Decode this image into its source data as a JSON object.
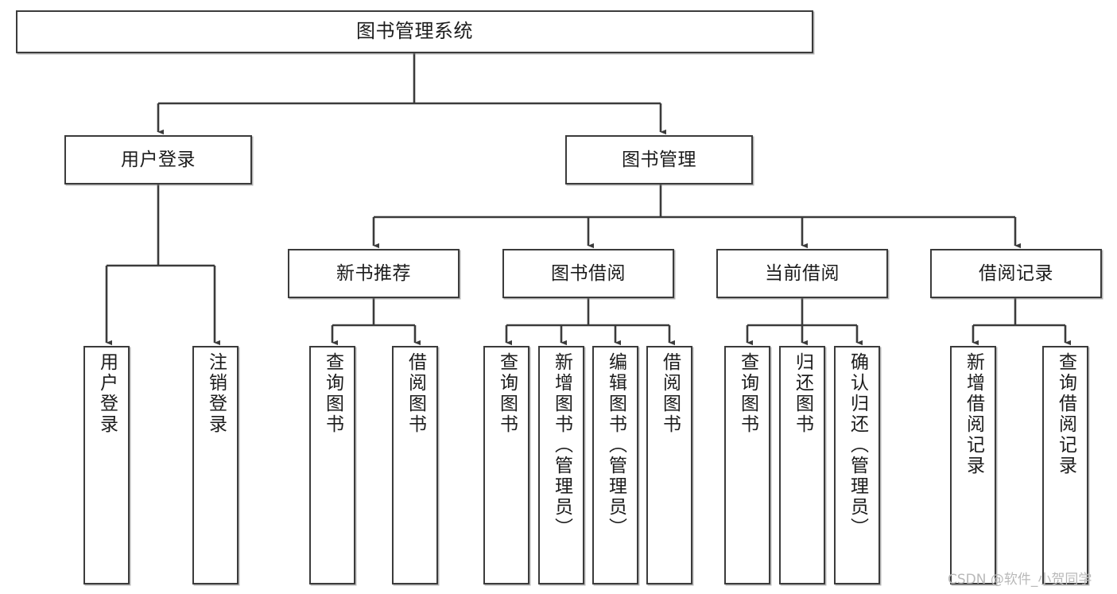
{
  "diagram": {
    "title": "图书管理系统",
    "watermark": "CSDN @软件_小贺同学",
    "edge_color": "#3b3b3b",
    "box_border_color": "#3b3b3b",
    "box_fill_color": "#ffffff",
    "text_color": "#1c1c1c",
    "levels": {
      "root": {
        "label": "图书管理系统"
      },
      "level2": [
        {
          "label": "用户登录"
        },
        {
          "label": "图书管理"
        }
      ],
      "level3": [
        {
          "label": "新书推荐"
        },
        {
          "label": "图书借阅"
        },
        {
          "label": "当前借阅"
        },
        {
          "label": "借阅记录"
        }
      ],
      "leaves": {
        "user_login": [
          {
            "label": "用户登录"
          },
          {
            "label": "注销登录"
          }
        ],
        "new_book_recommend": [
          {
            "label": "查询图书"
          },
          {
            "label": "借阅图书"
          }
        ],
        "book_borrow": [
          {
            "label": "查询图书"
          },
          {
            "label": "新增图书（管理员）"
          },
          {
            "label": "编辑图书（管理员）"
          },
          {
            "label": "借阅图书"
          }
        ],
        "current_borrow": [
          {
            "label": "查询图书"
          },
          {
            "label": "归还图书"
          },
          {
            "label": "确认归还（管理员）"
          }
        ],
        "borrow_record": [
          {
            "label": "新增借阅记录"
          },
          {
            "label": "查询借阅记录"
          }
        ]
      }
    }
  }
}
